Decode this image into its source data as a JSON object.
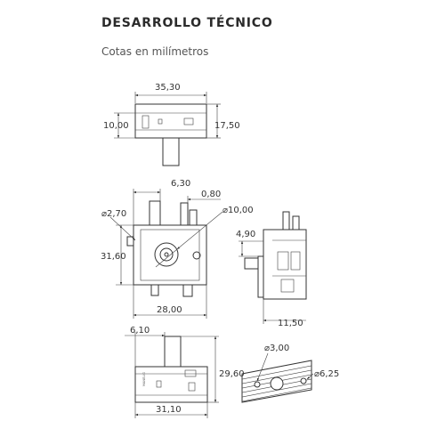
{
  "header": {
    "title": "DESARROLLO TÉCNICO",
    "subtitle": "Cotas en milímetros"
  },
  "views": {
    "top": {
      "width": "35,30",
      "height_left": "10,00",
      "height_right": "17,50"
    },
    "front": {
      "top_offset": "6,30",
      "top_gap": "0,80",
      "hole_diameter": "⌀2,70",
      "shaft_diameter": "⌀10,00",
      "height": "31,60",
      "width": "28,00"
    },
    "side": {
      "flange": "4,90",
      "depth": "11,50"
    },
    "bottom": {
      "shaft_offset": "6,10",
      "height": "29,60",
      "width": "31,10"
    },
    "panel": {
      "hole_small": "⌀3,00",
      "hole_large": "⌀6,25"
    }
  },
  "marks": {
    "logo": "MANELIG"
  }
}
